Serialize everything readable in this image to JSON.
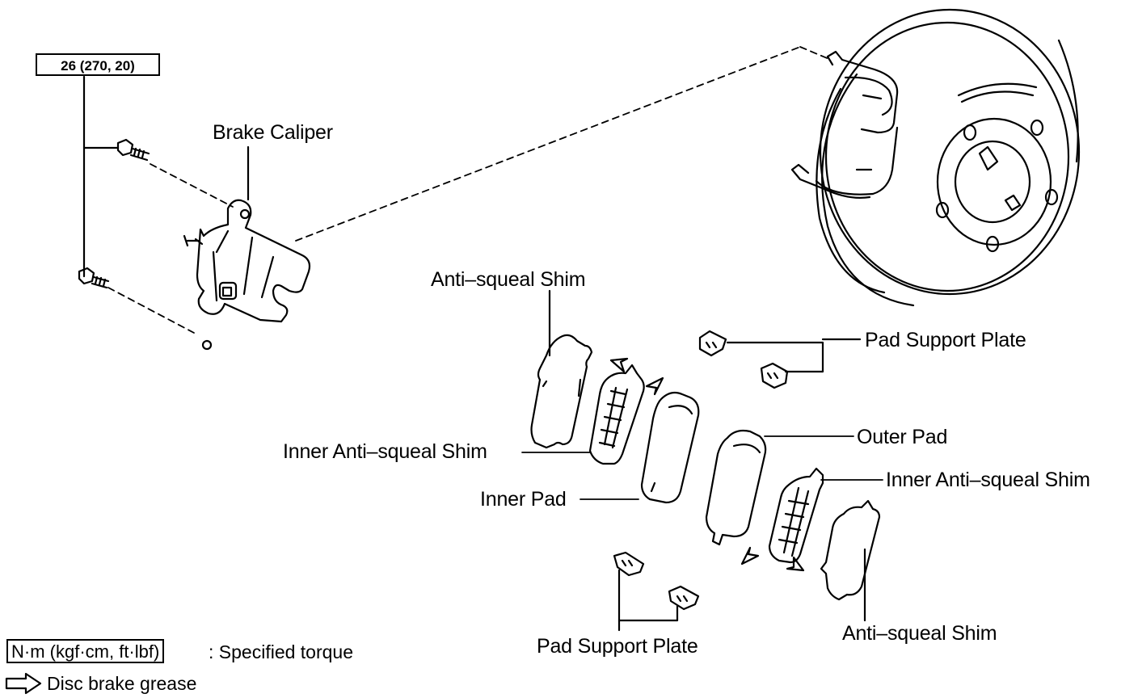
{
  "torque_spec": "26 (270, 20)",
  "labels": {
    "brake_caliper": "Brake Caliper",
    "anti_squeal_shim_top": "Anti–squeal Shim",
    "pad_support_plate_top": "Pad Support Plate",
    "inner_anti_squeal_shim_left": "Inner Anti–squeal Shim",
    "outer_pad": "Outer Pad",
    "inner_anti_squeal_shim_right": "Inner Anti–squeal Shim",
    "inner_pad": "Inner Pad",
    "anti_squeal_shim_bottom": "Anti–squeal Shim",
    "pad_support_plate_bottom": "Pad Support Plate"
  },
  "legend": {
    "torque_unit": "N·m (kgf·cm, ft·lbf)",
    "torque_desc": ": Specified torque",
    "grease_desc": "Disc brake grease"
  },
  "icons": [
    "bolt-icon",
    "grease-arrow-icon"
  ]
}
